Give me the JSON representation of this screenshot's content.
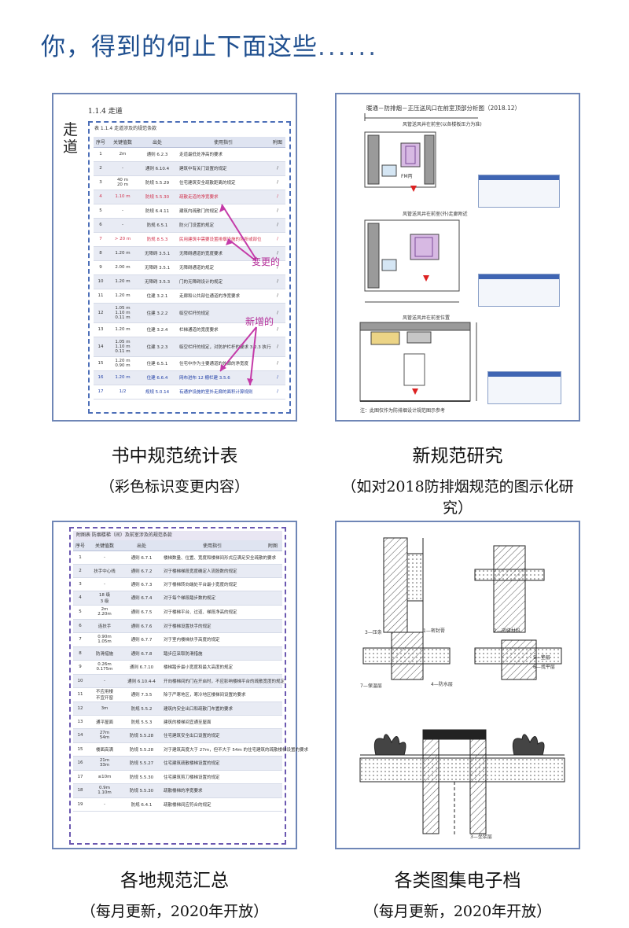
{
  "headline": {
    "text": "你，得到的何止下面这些",
    "dots": "......"
  },
  "panels": [
    {
      "caption_line1": "书中规范统计表",
      "caption_line2": "（彩色标识变更内容）",
      "side_label": "走道",
      "doc_heading": "1.1.4 走道",
      "table_caption": "表 1.1.4 走道涉及的规范条款",
      "headers": [
        "序号",
        "关键值数",
        "出处",
        "使用指引",
        "附图"
      ],
      "rows": [
        {
          "no": "1",
          "key": "2m",
          "src": "通则 6.2.3",
          "use": "走道最低处净高的要求",
          "fig": "",
          "style": ""
        },
        {
          "no": "2",
          "key": "-",
          "src": "通则 6.10.4",
          "use": "建筑中有关门设置的规定",
          "fig": "/",
          "style": ""
        },
        {
          "no": "3",
          "key": "40 m\n20 m",
          "src": "防规 5.5.29",
          "use": "住宅建筑安全疏散距离的规定",
          "fig": "/",
          "style": ""
        },
        {
          "no": "4",
          "key": "1.10 m",
          "src": "防规 5.5.30",
          "use": "疏散走道的净宽要求",
          "fig": "/",
          "style": "red"
        },
        {
          "no": "5",
          "key": "-",
          "src": "防规 6.4.11",
          "use": "建筑内疏散门的规定",
          "fig": "/",
          "style": ""
        },
        {
          "no": "6",
          "key": "-",
          "src": "防规 6.5.1",
          "use": "防火门设置的规定",
          "fig": "/",
          "style": ""
        },
        {
          "no": "7",
          "key": "> 20 m",
          "src": "防规 8.5.3",
          "use": "民用建筑中需要设置排烟设施的场所或部位",
          "fig": "/",
          "style": "red"
        },
        {
          "no": "8",
          "key": "1.20 m",
          "src": "无障碍 3.5.1",
          "use": "无障碍通道的宽度要求",
          "fig": "/",
          "style": ""
        },
        {
          "no": "9",
          "key": "2.00 m",
          "src": "无障碍 3.5.1",
          "use": "无障碍通道的规定",
          "fig": "/",
          "style": ""
        },
        {
          "no": "10",
          "key": "1.20 m",
          "src": "无障碍 3.5.3",
          "use": "门的无障碍设计的规定",
          "fig": "/",
          "style": ""
        },
        {
          "no": "11",
          "key": "1.20 m",
          "src": "住建 3.2.1",
          "use": "走廊和公共部位通道的净宽要求",
          "fig": "/",
          "style": ""
        },
        {
          "no": "12",
          "key": "1.05 m\n1.10 m\n0.11 m",
          "src": "住建 3.2.2",
          "use": "临空栏杆的规定",
          "fig": "/",
          "style": ""
        },
        {
          "no": "13",
          "key": "1.20 m",
          "src": "住建 3.2.4",
          "use": "栏梯通道的宽度要求",
          "fig": "/",
          "style": ""
        },
        {
          "no": "14",
          "key": "1.05 m\n1.10 m\n0.11 m",
          "src": "住建 3.2.3",
          "use": "临空栏杆的规定，对防护栏杆的要求 3.2.3 执行",
          "fig": "/",
          "style": ""
        },
        {
          "no": "15",
          "key": "1.20 m\n0.90 m",
          "src": "住建 6.5.1",
          "use": "住宅中作为主要通道的外廊的净宽度",
          "fig": "/",
          "style": ""
        },
        {
          "no": "16",
          "key": "1.20 m",
          "src": "住建 6.6.4",
          "use": "网布进布 12 栅栏建 3.5.6",
          "fig": "/",
          "style": "blue"
        },
        {
          "no": "17",
          "key": "1/2",
          "src": "规规 5.0.14",
          "use": "有通护设施的室外走廊的面积计算规则",
          "fig": "/",
          "style": "blue"
        }
      ],
      "note_changed": "变更的",
      "note_added": "新增的"
    },
    {
      "caption_line1": "新规范研究",
      "caption_line2": "（如对2018防排烟规范的图示化研究）",
      "diagram_title": "暖通－防排烟－正压送风口在前室顶部分析图（2018.12）",
      "plan_label_1": "风管送风井在前室(以各楼板压力为准)",
      "plan_label_2": "风管送风井在前室(外)走廊附近",
      "plan_label_3": "风管送风井在前室位置",
      "door_label": "FM丙",
      "note_bottom": "注：此图仅作为防排烟设计规范图示参考"
    },
    {
      "caption_line1": "各地规范汇总",
      "caption_line2": "（每月更新，2020年开放）",
      "table_caption": "附图表 防烟楼梯（间）及前室涉及的规范条款",
      "headers": [
        "序号",
        "关键值数",
        "出处",
        "使用指引",
        "附图"
      ],
      "rows": [
        {
          "no": "1",
          "key": "-",
          "src": "通则 6.7.1",
          "use": "楼梯数量、位置、宽度和楼梯间形式应满足安全疏散的要求"
        },
        {
          "no": "2",
          "key": "扶手中心线",
          "src": "通则 6.7.2",
          "use": "对于楼梯梯段宽度确定人流股数的规定"
        },
        {
          "no": "3",
          "key": "-",
          "src": "通则 6.7.3",
          "use": "对于楼梯转向端处平台最小宽度的规定"
        },
        {
          "no": "4",
          "key": "18 级\n3 级",
          "src": "通则 6.7.4",
          "use": "对于每个梯段踏步数的规定"
        },
        {
          "no": "5",
          "key": "2m\n2.20m",
          "src": "通则 6.7.5",
          "use": "对于楼梯平台、过道、梯段净高的规定"
        },
        {
          "no": "6",
          "key": "连扶手",
          "src": "通则 6.7.6",
          "use": "对于楼梯设置扶手的规定"
        },
        {
          "no": "7",
          "key": "0.90m\n1.05m",
          "src": "通则 6.7.7",
          "use": "对于室内楼梯扶手高度的规定"
        },
        {
          "no": "8",
          "key": "防滑措施",
          "src": "通则 6.7.8",
          "use": "踏步应采取防滑措施"
        },
        {
          "no": "9",
          "key": "0.26m\n0.175m",
          "src": "通则 6.7.10",
          "use": "楼梯踏步最小宽度和最大高度的规定"
        },
        {
          "no": "10",
          "key": "-",
          "src": "通则 6.10.4-4",
          "use": "开向楼梯间的门在开启时，不应影响楼梯平台的疏散宽度的规定"
        },
        {
          "no": "11",
          "key": "不应用楼\n不宜开窗",
          "src": "通则 7.3.5",
          "use": "除于严寒地区，寒冷地区楼梯间设置的要求"
        },
        {
          "no": "12",
          "key": "3m",
          "src": "防规 5.5.2",
          "use": "建筑内安全出口和疏散门布置的要求"
        },
        {
          "no": "13",
          "key": "通平屋面",
          "src": "防规 5.5.3",
          "use": "建筑的楼梯间宜通至屋面"
        },
        {
          "no": "14",
          "key": "27m\n54m",
          "src": "防规 5.5.28",
          "use": "住宅建筑安全出口设置的规定"
        },
        {
          "no": "15",
          "key": "楼面高满",
          "src": "防规 5.5.28",
          "use": "对于建筑高度大于 27m，但不大于 54m 的住宅建筑的疏散楼梯设置的要求"
        },
        {
          "no": "16",
          "key": "21m\n33m",
          "src": "防规 5.5.27",
          "use": "住宅建筑疏散楼梯设置的规定"
        },
        {
          "no": "17",
          "key": "≤10m",
          "src": "防规 5.5.30",
          "use": "住宅建筑剪刀楼梯设置的规定"
        },
        {
          "no": "18",
          "key": "0.9m\n1.10m",
          "src": "防规 5.5.30",
          "use": "疏散楼梯的净宽要求"
        },
        {
          "no": "19",
          "key": "-",
          "src": "防规 6.4.1",
          "use": "疏散楼梯间应符合的规定"
        }
      ]
    },
    {
      "caption_line1": "各类图集电子档",
      "caption_line2": "（每月更新，2020年开放）",
      "label_a": "3—压条",
      "label_b": "1—密封膏",
      "label_c": "2—嵌缝材料",
      "label_d": "4—防水层",
      "label_e": "5—垫层",
      "label_f": "6—找平层",
      "label_g": "7—保温层",
      "label_h": "3—坐浆层"
    }
  ]
}
